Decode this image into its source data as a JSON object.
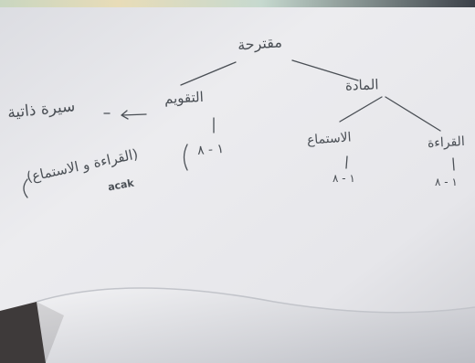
{
  "photo": {
    "subject": "handwritten tree diagram on paper",
    "paper_color": "#e9e9ec",
    "ink_color": "#4a4f55"
  },
  "diagram": {
    "root": "مقترحة",
    "left_branch": "التقويم",
    "left_branch_target": "سيرة ذاتية",
    "left_branch_arrow": "<—",
    "left_branch_range": "١ - ٨",
    "left_branch_note": "(القراءة و الاستماع)",
    "left_branch_note_latin": "acak",
    "right_branch": "المادة",
    "child_listening": "الاستماع",
    "child_listening_range": "١ - ٨",
    "child_reading": "القراءة",
    "child_reading_range": "١ - ٨"
  }
}
